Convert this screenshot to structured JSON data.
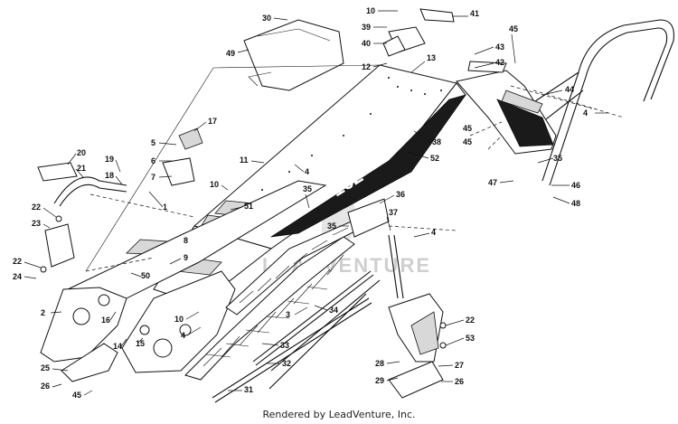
{
  "credit": "Rendered by LeadVenture, Inc.",
  "watermark": "LEADVENTURE",
  "decal_text": "162",
  "callouts": [
    "1",
    "2",
    "3",
    "4",
    "4",
    "4",
    "4",
    "4",
    "5",
    "6",
    "7",
    "8",
    "9",
    "10",
    "10",
    "10",
    "11",
    "12",
    "13",
    "14",
    "15",
    "16",
    "17",
    "18",
    "19",
    "20",
    "21",
    "22",
    "22",
    "22",
    "23",
    "24",
    "25",
    "26",
    "26",
    "27",
    "28",
    "29",
    "30",
    "31",
    "32",
    "33",
    "34",
    "35",
    "35",
    "35",
    "36",
    "37",
    "38",
    "39",
    "40",
    "41",
    "42",
    "43",
    "44",
    "45",
    "45",
    "45",
    "46",
    "47",
    "48",
    "49",
    "50",
    "51",
    "52",
    "53"
  ]
}
